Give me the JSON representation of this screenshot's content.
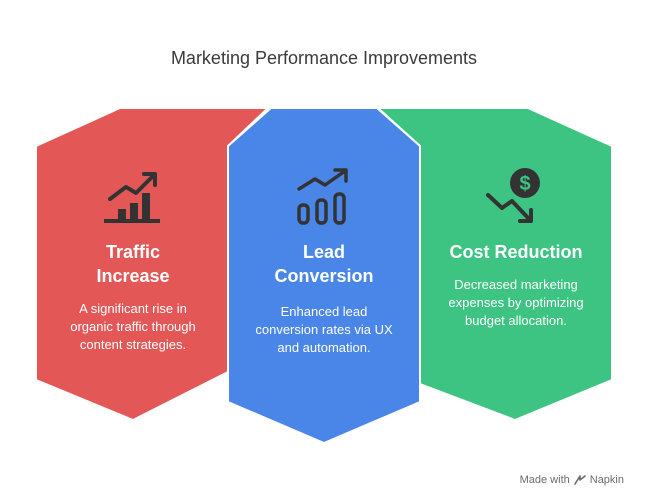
{
  "title": "Marketing Performance Improvements",
  "colors": {
    "red": "#E35757",
    "blue": "#4A86E8",
    "green": "#3DC482",
    "icon": "#333333"
  },
  "cards": [
    {
      "heading_line1": "Traffic",
      "heading_line2": "Increase",
      "description": "A significant rise in organic traffic through content strategies.",
      "icon": "bar-chart-growth-icon"
    },
    {
      "heading_line1": "Lead",
      "heading_line2": "Conversion",
      "description": "Enhanced lead conversion rates via UX and automation.",
      "icon": "growth-chart-icon"
    },
    {
      "heading_line1": "Cost Reduction",
      "heading_line2": "",
      "description": "Decreased marketing expenses by optimizing budget allocation.",
      "icon": "dollar-decline-icon"
    }
  ],
  "footer": {
    "label": "Made with",
    "brand": "Napkin"
  }
}
